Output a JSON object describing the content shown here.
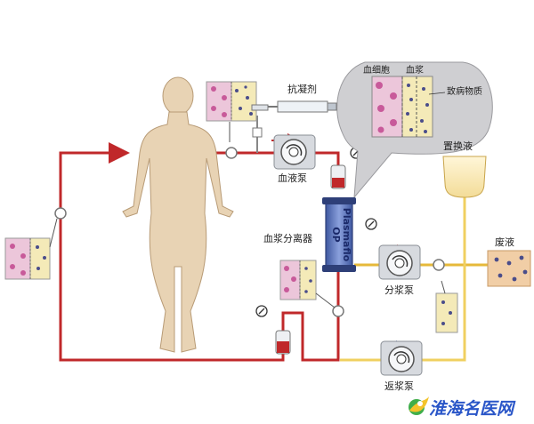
{
  "labels": {
    "anticoagulant": "抗凝剂",
    "blood_pump": "血液泵",
    "blood_cells": "血细胞",
    "plasma": "血浆",
    "pathogenic": "致病物质",
    "replacement_fluid": "置换液",
    "plasma_separator": "血浆分离器",
    "filter_brand_line1": "Plasmaflo",
    "filter_brand_line2": "OP",
    "waste_fluid": "废液",
    "separation_pump": "分浆泵",
    "return_pump": "返浆泵",
    "watermark": "淮海名医网"
  },
  "colors": {
    "blood_line": "#c0282a",
    "plasma_line": "#f0d060",
    "body": "#e8d3b4",
    "cells_panel": "#ecc6da",
    "plasma_panel": "#f4eab8",
    "pump_bg": "#d7dadf",
    "filter": "#5b74b8",
    "callout": "#cfcfd2"
  }
}
